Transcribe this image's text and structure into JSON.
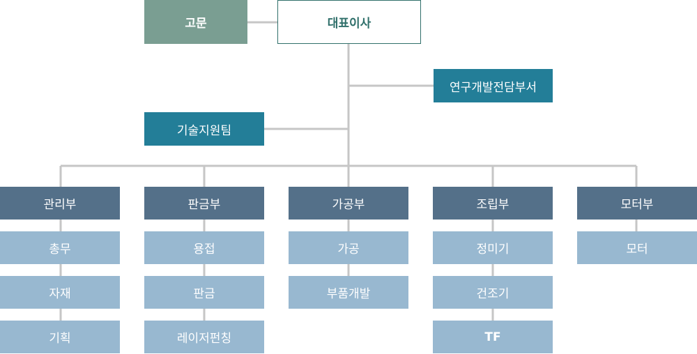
{
  "colors": {
    "line": "#c6c6c6",
    "ceo_text": "#2f6f6a",
    "advisor": "#7a9e92",
    "team": "#237e98",
    "dept": "#547089",
    "sub": "#98b8d0"
  },
  "top": {
    "ceo": "대표이사",
    "advisor": "고문",
    "rnd": "연구개발전담부서",
    "tech_support": "기술지원팀"
  },
  "departments": [
    {
      "name": "관리부",
      "subs": [
        "총무",
        "자재",
        "기획"
      ]
    },
    {
      "name": "판금부",
      "subs": [
        "용접",
        "판금",
        "레이저펀칭"
      ]
    },
    {
      "name": "가공부",
      "subs": [
        "가공",
        "부품개발"
      ]
    },
    {
      "name": "조립부",
      "subs": [
        "정미기",
        "건조기",
        "TF"
      ]
    },
    {
      "name": "모터부",
      "subs": [
        "모터"
      ]
    }
  ]
}
